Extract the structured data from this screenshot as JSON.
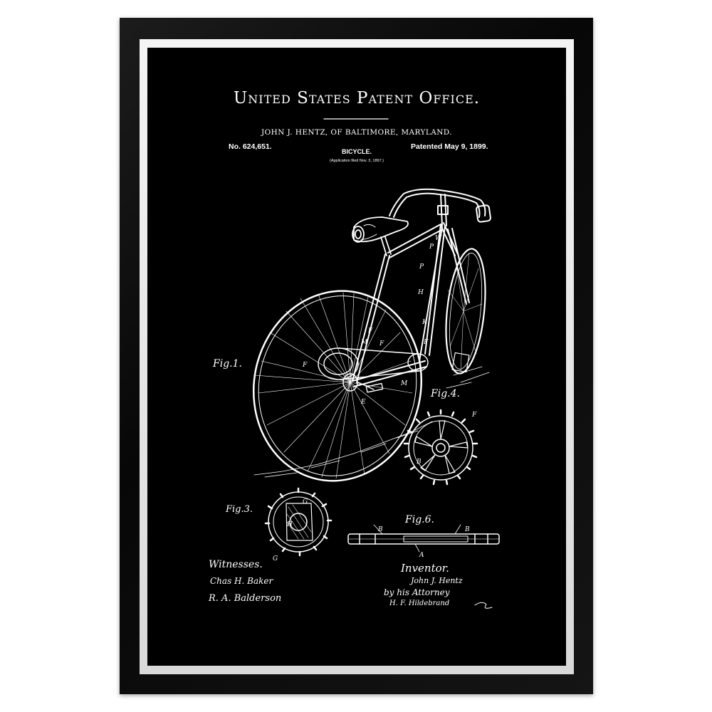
{
  "patent": {
    "office": "United States Patent Office.",
    "inventor_line": "JOHN J. HENTZ, OF BALTIMORE, MARYLAND.",
    "number": "No. 624,651.",
    "title": "BICYCLE.",
    "date": "Patented May 9, 1899.",
    "application": "(Application filed Nov. 3, 1897.)"
  },
  "figures": {
    "fig1": "Fig.1.",
    "fig3": "Fig.3.",
    "fig4": "Fig.4.",
    "fig6": "Fig.6."
  },
  "signatures": {
    "witnesses_label": "Witnesses.",
    "witness_1": "Chas H. Baker",
    "witness_2": "R. A. Balderson",
    "inventor_label": "Inventor.",
    "inventor_name": "John J. Hentz",
    "attorney_label": "by his Attorney",
    "attorney_name": "H. F. Hildebrand"
  },
  "colors": {
    "frame": "#111111",
    "mat": "#e8e8e8",
    "background": "#000000",
    "ink": "#ffffff"
  }
}
